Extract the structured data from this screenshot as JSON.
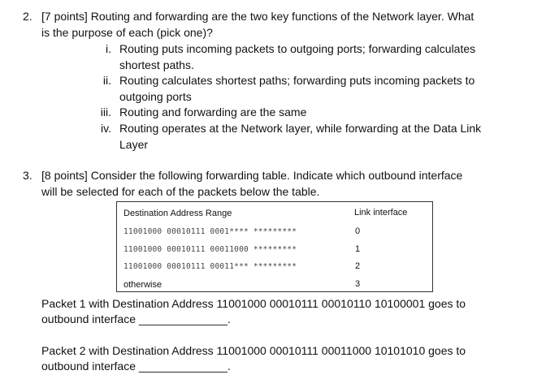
{
  "question2": {
    "number": "2.",
    "line1": "[7 points] Routing and forwarding are the two key functions of the Network layer. What",
    "line2": "is the purpose of each (pick one)?",
    "options": [
      {
        "num": "i.",
        "lines": [
          "Routing puts incoming packets to outgoing ports; forwarding calculates",
          "shortest paths."
        ]
      },
      {
        "num": "ii.",
        "lines": [
          "Routing calculates shortest paths; forwarding puts incoming packets to",
          "outgoing ports"
        ]
      },
      {
        "num": "iii.",
        "lines": [
          "Routing and forwarding are the same"
        ]
      },
      {
        "num": "iv.",
        "lines": [
          "Routing operates at the Network layer, while forwarding at the Data Link",
          "Layer"
        ]
      }
    ]
  },
  "question3": {
    "number": "3.",
    "line1": "[8 points] Consider the following forwarding table. Indicate which outbound interface",
    "line2": "will be selected for each of the packets below the table.",
    "table": {
      "headers": [
        "Destination Address Range",
        "Link interface"
      ],
      "rows": [
        {
          "range": "11001000 00010111 0001**** *********",
          "link": "0"
        },
        {
          "range": "11001000 00010111 00011000 *********",
          "link": "1"
        },
        {
          "range": "11001000 00010111 00011*** *********",
          "link": "2"
        },
        {
          "range": "otherwise",
          "link": "3"
        }
      ]
    },
    "packets": [
      {
        "line1": "Packet 1 with Destination Address 11001000 00010111 00010110 10100001 goes to",
        "line2": "outbound interface ______________."
      },
      {
        "line1": "Packet 2 with Destination Address 11001000 00010111 00011000 10101010 goes to",
        "line2": "outbound interface ______________."
      }
    ]
  }
}
